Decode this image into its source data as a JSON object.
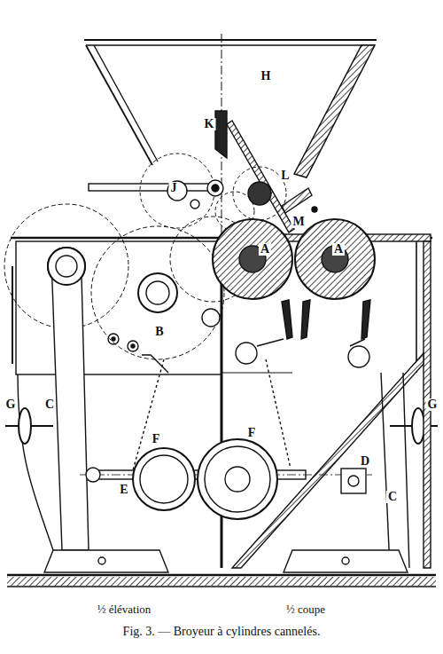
{
  "diagram": {
    "caption": "Fig. 3. — Broyeur à cylindres cannelés.",
    "labels": [
      "H",
      "K",
      "J",
      "L",
      "M",
      "A",
      "A",
      "B",
      "C",
      "C",
      "G",
      "G",
      "E",
      "F",
      "F",
      "D",
      "½ élévation",
      "½ coupe"
    ]
  }
}
